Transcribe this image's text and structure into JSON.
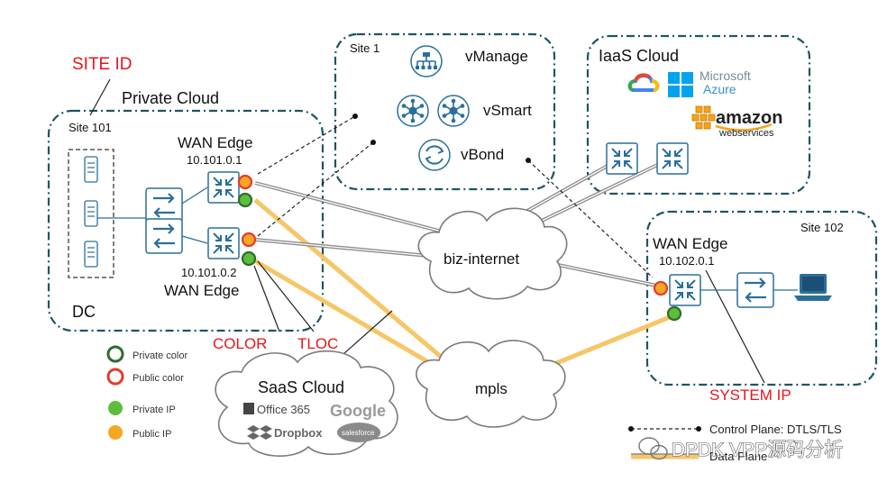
{
  "annotations": {
    "site_id": "SITE ID",
    "color": "COLOR",
    "tloc": "TLOC",
    "system_ip": "SYSTEM IP"
  },
  "private_cloud": {
    "title": "Private Cloud",
    "site_label": "Site 101",
    "dc_label": "DC",
    "edge1_label": "WAN Edge",
    "edge1_ip": "10.101.0.1",
    "edge2_ip": "10.101.0.2",
    "edge2_label": "WAN Edge"
  },
  "controllers": {
    "site_label": "Site 1",
    "vmanage": "vManage",
    "vsmart": "vSmart",
    "vbond": "vBond"
  },
  "iaas": {
    "title": "IaaS Cloud",
    "microsoft_line1": "Microsoft",
    "microsoft_line2": "Azure",
    "amazon_line1": "amazon",
    "amazon_line2": "webservices"
  },
  "site102": {
    "site_label": "Site 102",
    "edge_label": "WAN Edge",
    "edge_ip": "10.102.0.1"
  },
  "clouds": {
    "biz_internet": "biz-internet",
    "mpls": "mpls",
    "saas": "SaaS Cloud",
    "office365": "Office 365",
    "google": "Google",
    "dropbox": "Dropbox",
    "salesforce": "salesforce"
  },
  "legend": {
    "private_color": "Private color",
    "public_color": "Public color",
    "private_ip": "Private IP",
    "public_ip": "Public IP",
    "control_plane": "Control Plane: DTLS/TLS",
    "data_plane": "Data Plane"
  },
  "watermark": "DPDK VPP源码分析",
  "colors": {
    "site_border": "#1f5466",
    "device_blue": "#2a6f9a",
    "red_label": "#e8141c",
    "public_ring": "#e53b2c",
    "public_fill": "#f5a623",
    "private_ring": "#2e6b2e",
    "private_fill": "#5cbf3a",
    "orange_link": "#f6c667",
    "gray_link": "#8c8c8c"
  }
}
